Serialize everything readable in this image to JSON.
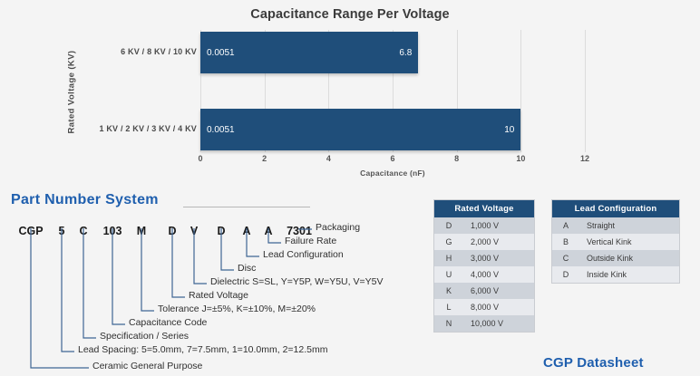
{
  "chart_data": {
    "type": "bar",
    "orientation": "horizontal",
    "title": "Capacitance Range Per Voltage",
    "xlabel": "Capacitance (nF)",
    "ylabel": "Rated Voltage  (KV)",
    "categories": [
      "6 KV / 8 KV / 10 KV",
      "1 KV / 2 KV / 3 KV / 4 KV"
    ],
    "bars": [
      {
        "category": "6 KV / 8 KV / 10 KV",
        "min_label": "0.0051",
        "max_label": "6.8",
        "min": 0.0051,
        "max": 6.8
      },
      {
        "category": "1 KV / 2 KV / 3 KV / 4 KV",
        "min_label": "0.0051",
        "max_label": "10",
        "min": 0.0051,
        "max": 10
      }
    ],
    "xticks": [
      "0",
      "2",
      "4",
      "6",
      "8",
      "10",
      "12"
    ],
    "xlim": [
      0,
      12
    ],
    "grid": true,
    "legend": false,
    "bar_color": "#1f4e7a"
  },
  "part_number_system": {
    "heading": "Part Number System",
    "tokens": [
      "CGP",
      "5",
      "C",
      "103",
      "M",
      "D",
      "V",
      "D",
      "A",
      "A",
      "7301"
    ],
    "callouts": [
      "Packaging",
      "Failure Rate",
      "Lead Configuration",
      "Disc",
      "Dielectric S=SL, Y=Y5P, W=Y5U, V=Y5V",
      "Rated Voltage",
      "Tolerance J=±5%, K=±10%, M=±20%",
      "Capacitance Code",
      "Specification / Series",
      "Lead Spacing: 5=5.0mm, 7=7.5mm, 1=10.0mm, 2=12.5mm",
      "Ceramic General Purpose"
    ]
  },
  "tables": {
    "rated_voltage": {
      "header": "Rated Voltage",
      "rows": [
        {
          "code": "D",
          "value": "1,000 V"
        },
        {
          "code": "G",
          "value": "2,000 V"
        },
        {
          "code": "H",
          "value": "3,000 V"
        },
        {
          "code": "U",
          "value": "4,000 V"
        },
        {
          "code": "K",
          "value": "6,000 V"
        },
        {
          "code": "L",
          "value": "8,000 V"
        },
        {
          "code": "N",
          "value": "10,000 V"
        }
      ]
    },
    "lead_configuration": {
      "header": "Lead Configuration",
      "rows": [
        {
          "code": "A",
          "value": "Straight"
        },
        {
          "code": "B",
          "value": "Vertical Kink"
        },
        {
          "code": "C",
          "value": "Outside Kink"
        },
        {
          "code": "D",
          "value": "Inside Kink"
        }
      ]
    }
  },
  "footer": {
    "datasheet_label": "CGP Datasheet"
  },
  "colors": {
    "accent_blue": "#1f5fae",
    "bar_navy": "#1f4e7a",
    "table_header": "#1f4e7a"
  }
}
